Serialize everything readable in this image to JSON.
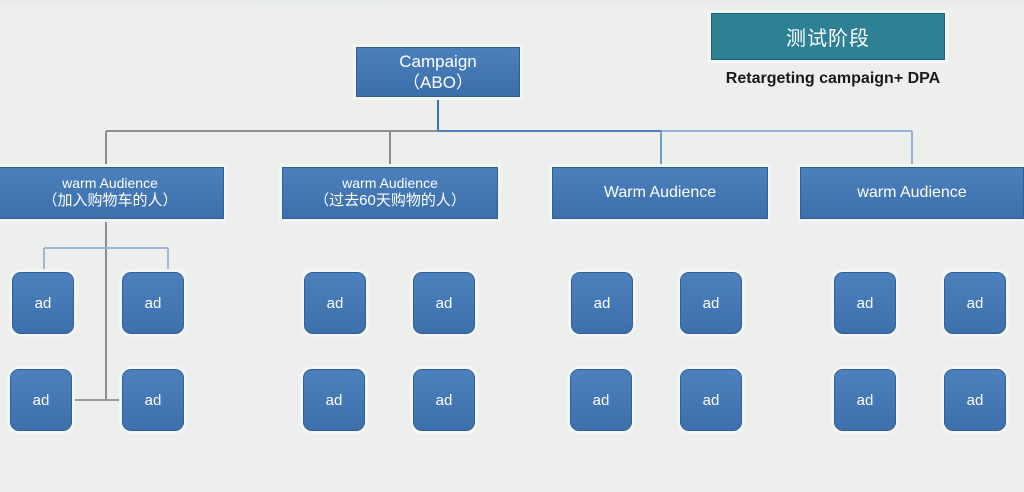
{
  "background_color": "#edefec",
  "palette": {
    "node_blue": "#4276b4",
    "node_border": "#2f5f93",
    "stage_teal": "#2e8095",
    "wire_gray": "#8c8c8c",
    "wire_blue": "#7ea6d2",
    "text_on_node": "#ffffff",
    "text_dark": "#1a1a1a"
  },
  "stage": {
    "badge_label": "测试阶段",
    "caption": "Retargeting campaign+ DPA"
  },
  "campaign": {
    "line1": "Campaign",
    "line2": "（ABO）"
  },
  "audiences": [
    {
      "line1": "warm Audience",
      "line2": "（加入购物车的人）"
    },
    {
      "line1": "warm Audience",
      "line2": "（过去60天购物的人）"
    },
    {
      "line1": "Warm Audience",
      "line2": ""
    },
    {
      "line1": "warm Audience",
      "line2": ""
    }
  ],
  "ad_label": "ad",
  "ad_groups": [
    {
      "audience_index": 0,
      "ads": [
        "ad",
        "ad",
        "ad",
        "ad"
      ]
    },
    {
      "audience_index": 1,
      "ads": [
        "ad",
        "ad",
        "ad",
        "ad"
      ]
    },
    {
      "audience_index": 2,
      "ads": [
        "ad",
        "ad",
        "ad",
        "ad"
      ]
    },
    {
      "audience_index": 3,
      "ads": [
        "ad",
        "ad",
        "ad",
        "ad"
      ]
    }
  ]
}
